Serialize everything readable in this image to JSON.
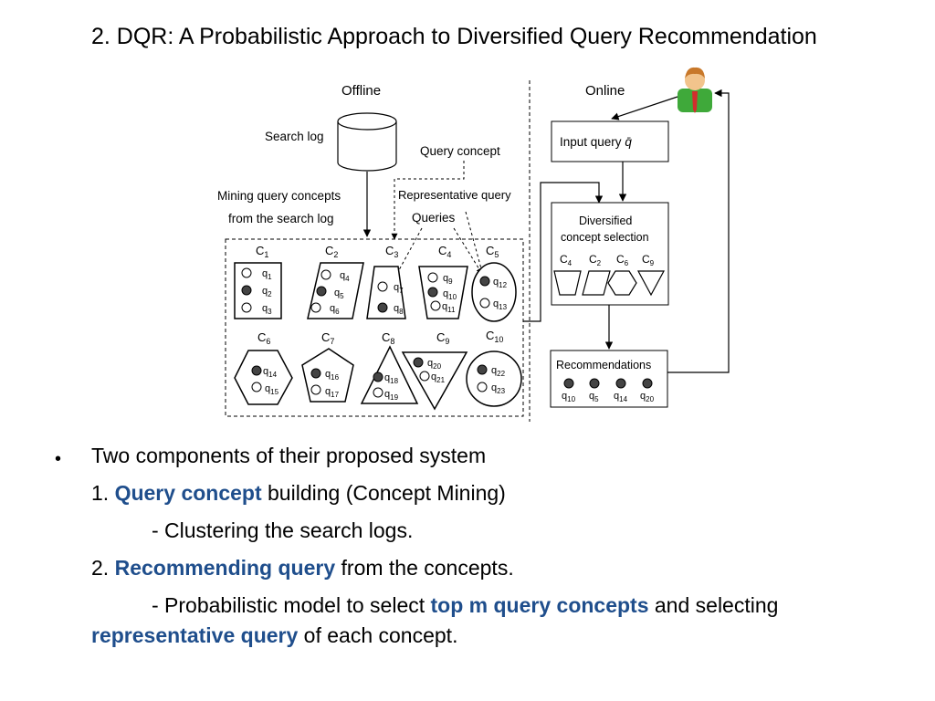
{
  "slide": {
    "title": "2. DQR: A Probabilistic Approach to Diversified Query Recommendation"
  },
  "diagram": {
    "offline_label": "Offline",
    "online_label": "Online",
    "search_log_label": "Search log",
    "query_concept_label": "Query concept",
    "mining_label_1": "Mining query concepts",
    "mining_label_2": "from the search log",
    "rep_query_label_1": "Representative query",
    "rep_query_label_2": "Queries",
    "input_query_label": "Input query",
    "input_query_symbol": "q̄",
    "diversified_label_1": "Diversified",
    "diversified_label_2": "concept selection",
    "recommendations_label": "Recommendations",
    "clusters": [
      {
        "name": "C",
        "sub": "1",
        "queries": [
          {
            "q": "1",
            "filled": false
          },
          {
            "q": "2",
            "filled": true
          },
          {
            "q": "3",
            "filled": false
          }
        ]
      },
      {
        "name": "C",
        "sub": "2",
        "queries": [
          {
            "q": "4",
            "filled": false
          },
          {
            "q": "5",
            "filled": true
          },
          {
            "q": "6",
            "filled": false
          }
        ]
      },
      {
        "name": "C",
        "sub": "3",
        "queries": [
          {
            "q": "7",
            "filled": false
          },
          {
            "q": "8",
            "filled": true
          }
        ]
      },
      {
        "name": "C",
        "sub": "4",
        "queries": [
          {
            "q": "9",
            "filled": false
          },
          {
            "q": "10",
            "filled": true
          },
          {
            "q": "11",
            "filled": false
          }
        ]
      },
      {
        "name": "C",
        "sub": "5",
        "queries": [
          {
            "q": "12",
            "filled": true
          },
          {
            "q": "13",
            "filled": false
          }
        ]
      },
      {
        "name": "C",
        "sub": "6",
        "queries": [
          {
            "q": "14",
            "filled": true
          },
          {
            "q": "15",
            "filled": false
          }
        ]
      },
      {
        "name": "C",
        "sub": "7",
        "queries": [
          {
            "q": "16",
            "filled": true
          },
          {
            "q": "17",
            "filled": false
          }
        ]
      },
      {
        "name": "C",
        "sub": "8",
        "queries": [
          {
            "q": "18",
            "filled": true
          },
          {
            "q": "19",
            "filled": false
          }
        ]
      },
      {
        "name": "C",
        "sub": "9",
        "queries": [
          {
            "q": "20",
            "filled": true
          },
          {
            "q": "21",
            "filled": false
          }
        ]
      },
      {
        "name": "C",
        "sub": "10",
        "queries": [
          {
            "q": "22",
            "filled": true
          },
          {
            "q": "23",
            "filled": false
          }
        ]
      }
    ],
    "selected_concepts": [
      {
        "name": "C",
        "sub": "4"
      },
      {
        "name": "C",
        "sub": "2"
      },
      {
        "name": "C",
        "sub": "6"
      },
      {
        "name": "C",
        "sub": "9"
      }
    ],
    "recommended_queries": [
      {
        "q": "q",
        "sub": "10"
      },
      {
        "q": "q",
        "sub": "5"
      },
      {
        "q": "q",
        "sub": "14"
      },
      {
        "q": "q",
        "sub": "20"
      }
    ]
  },
  "body": {
    "bullet_symbol": "•",
    "line1": "Two components of their proposed system",
    "line2_pre": "1. ",
    "line2_hl": "Query concept",
    "line2_post": " building (Concept Mining)",
    "line3": "- Clustering the search logs.",
    "line4_pre": "2. ",
    "line4_hl": "Recommending query",
    "line4_post": " from the concepts.",
    "line5_pre": "- Probabilistic model to select ",
    "line5_hl": "top m query concepts",
    "line5_post": " and selecting",
    "line6_hl": "representative query",
    "line6_post": " of each concept."
  },
  "colors": {
    "highlight": "#1f4e8c",
    "user_face": "#f2c48c",
    "user_hair": "#c8782a",
    "user_shirt": "#3fa93a",
    "user_tie": "#d22d2d"
  }
}
